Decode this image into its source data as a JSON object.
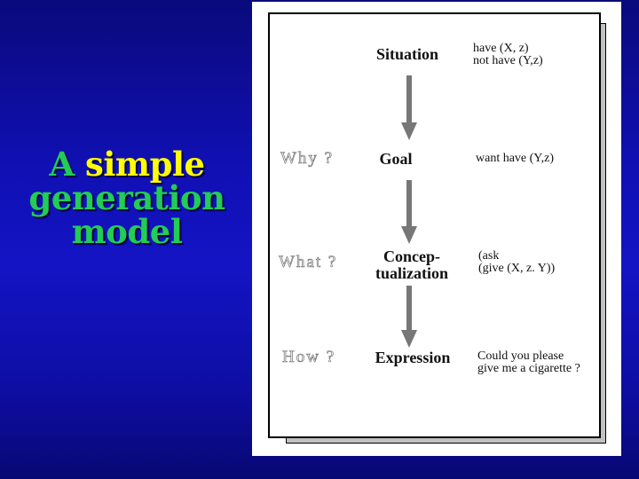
{
  "slide": {
    "title": {
      "line1_word1": "A",
      "line1_word2": "simple",
      "line2": "generation",
      "line3": "model",
      "colors": {
        "green": "#22cc55",
        "yellow": "#ffff00"
      }
    },
    "background": {
      "top": "#0a0a7c",
      "middle": "#1414c4",
      "bottom": "#080874"
    }
  },
  "diagram": {
    "questions": [
      "Why ?",
      "What ?",
      "How ?"
    ],
    "stages": [
      {
        "label": "Situation",
        "note": "have (X, z)\nnot have (Y,z)"
      },
      {
        "label": "Goal",
        "note": "want have (Y,z)"
      },
      {
        "label_line1": "Concep-",
        "label_line2": "tualization",
        "note": "(ask\n(give (X, z. Y))"
      },
      {
        "label": "Expression",
        "note": "Could you please\ngive me a cigarette ?"
      }
    ],
    "arrow_color": "#777777"
  }
}
